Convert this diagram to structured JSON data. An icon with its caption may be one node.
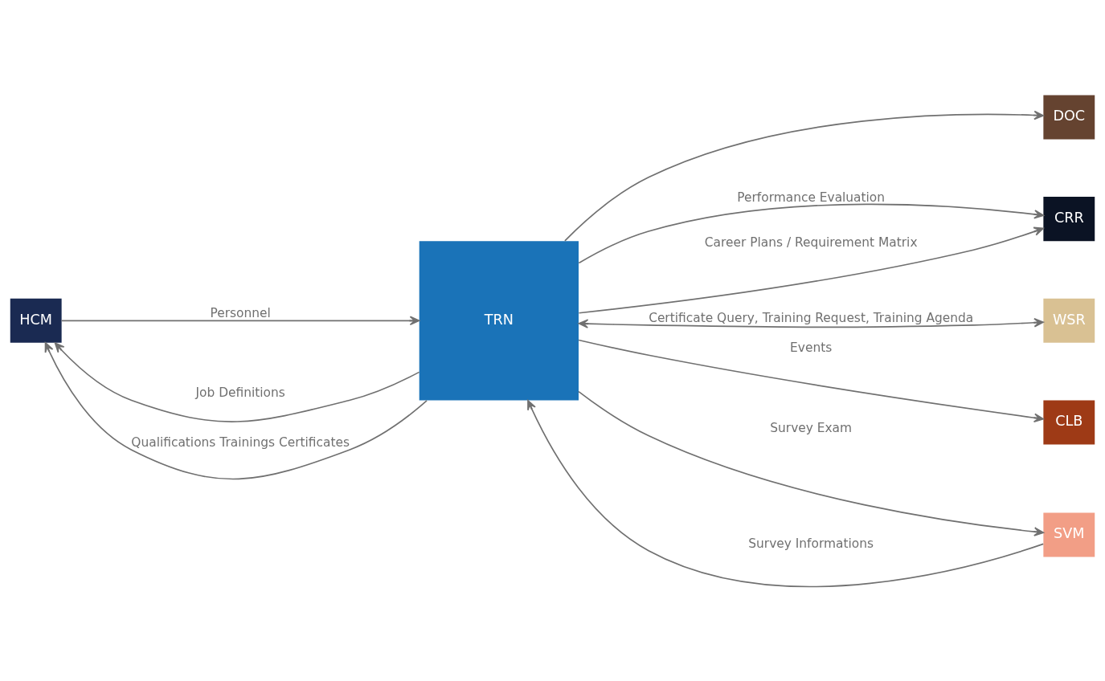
{
  "diagram": {
    "nodes": [
      {
        "text": [
          "DOC"
        ]
      },
      {
        "text": [
          "HCM"
        ]
      },
      {
        "text": [
          "TRN"
        ]
      },
      {
        "text": [
          "CRR"
        ]
      },
      {
        "text": [
          "WSR"
        ]
      },
      {
        "text": [
          "CLB"
        ]
      },
      {
        "text": [
          "SVM"
        ]
      }
    ],
    "edges": [
      {
        "from": 2,
        "to": 0,
        "arrow": "to"
      },
      {
        "from": 2,
        "to": 1,
        "arrow": "to",
        "label": "Job Definitions"
      },
      {
        "from": 2,
        "to": 3,
        "arrow": "to",
        "label": "Performance Evaluation"
      },
      {
        "from": 2,
        "to": 3,
        "arrow": "to",
        "label": "Career Plans / Requirement Matrix"
      },
      {
        "from": 1,
        "to": 2,
        "arrow": "to",
        "label": "Personnel"
      },
      {
        "from": 2,
        "to": 4,
        "arrow": "both",
        "label": "Certificate Query, Training Request, Training Agenda"
      },
      {
        "from": 2,
        "to": 1,
        "arrow": "to",
        "label": "Qualifications Trainings Certificates"
      },
      {
        "from": 2,
        "to": 5,
        "arrow": "to",
        "label": "Events"
      },
      {
        "from": 2,
        "to": 6,
        "arrow": "to",
        "label": "Survey Exam"
      },
      {
        "from": 6,
        "to": 2,
        "arrow": "to",
        "label": "Survey Informations"
      }
    ]
  }
}
